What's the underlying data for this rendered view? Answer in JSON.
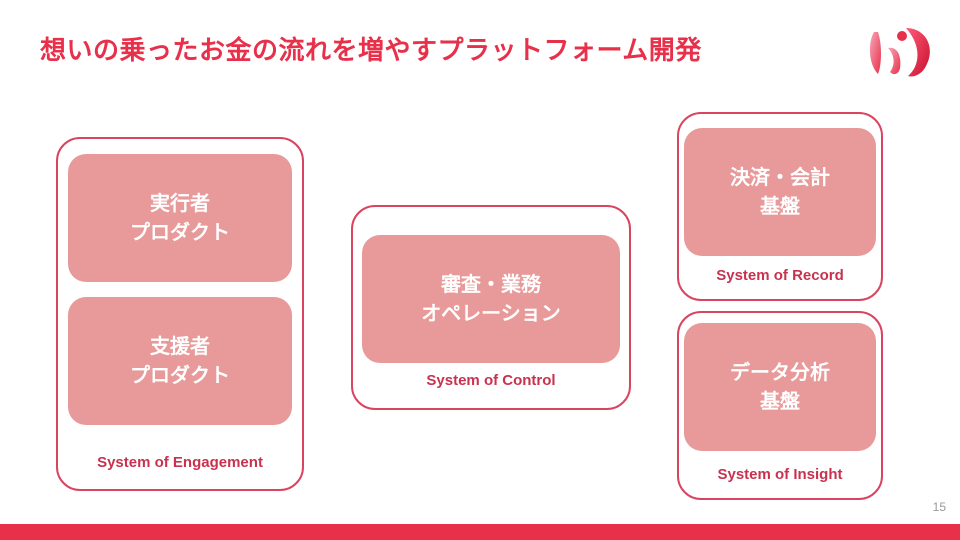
{
  "slide": {
    "title": "想いの乗ったお金の流れを増やすプラットフォーム開発",
    "page_number": "15"
  },
  "colors": {
    "accent": "#e8304a",
    "card_fill": "#e89a9a",
    "group_border": "#d94560",
    "label_text": "#c8324f",
    "footer_bar": "#e8304a"
  },
  "groups": {
    "engagement": {
      "label": "System of Engagement",
      "cards": [
        {
          "line1": "実行者",
          "line2": "プロダクト"
        },
        {
          "line1": "支援者",
          "line2": "プロダクト"
        }
      ]
    },
    "control": {
      "label": "System of Control",
      "cards": [
        {
          "line1": "審査・業務",
          "line2": "オペレーション"
        }
      ]
    },
    "record": {
      "label": "System of Record",
      "cards": [
        {
          "line1": "決済・会計",
          "line2": "基盤"
        }
      ]
    },
    "insight": {
      "label": "System of Insight",
      "cards": [
        {
          "line1": "データ分析",
          "line2": "基盤"
        }
      ]
    }
  },
  "logo": {
    "icon": "brand-logo-icon"
  }
}
